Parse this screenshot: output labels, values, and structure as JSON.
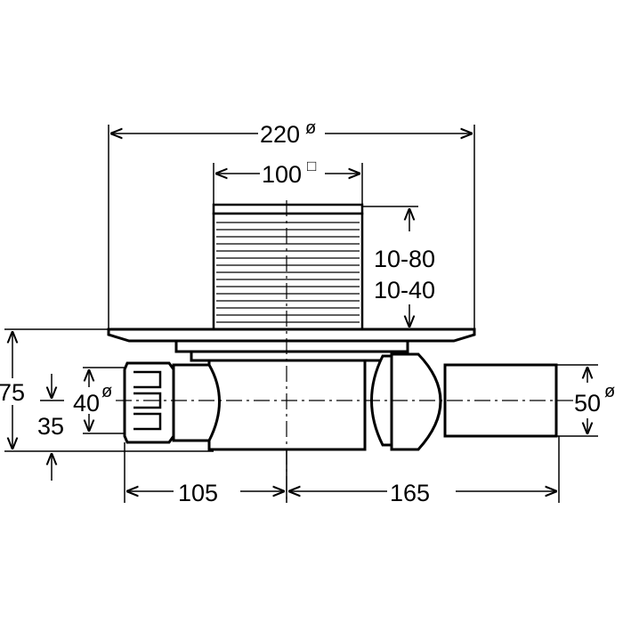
{
  "title": "Floor drain dimension drawing",
  "dimensions": {
    "grate_plate_diameter": "220",
    "grate_plate_symbol": "ø",
    "grate_size": "100",
    "grate_size_symbol": "□",
    "height_adjust_1": "10-80",
    "height_adjust_2": "10-40",
    "body_height": "75",
    "outlet_height": "35",
    "inlet_diameter": "40",
    "inlet_symbol": "ø",
    "outlet_diameter": "50",
    "outlet_symbol": "ø",
    "left_length": "105",
    "right_length": "165"
  }
}
